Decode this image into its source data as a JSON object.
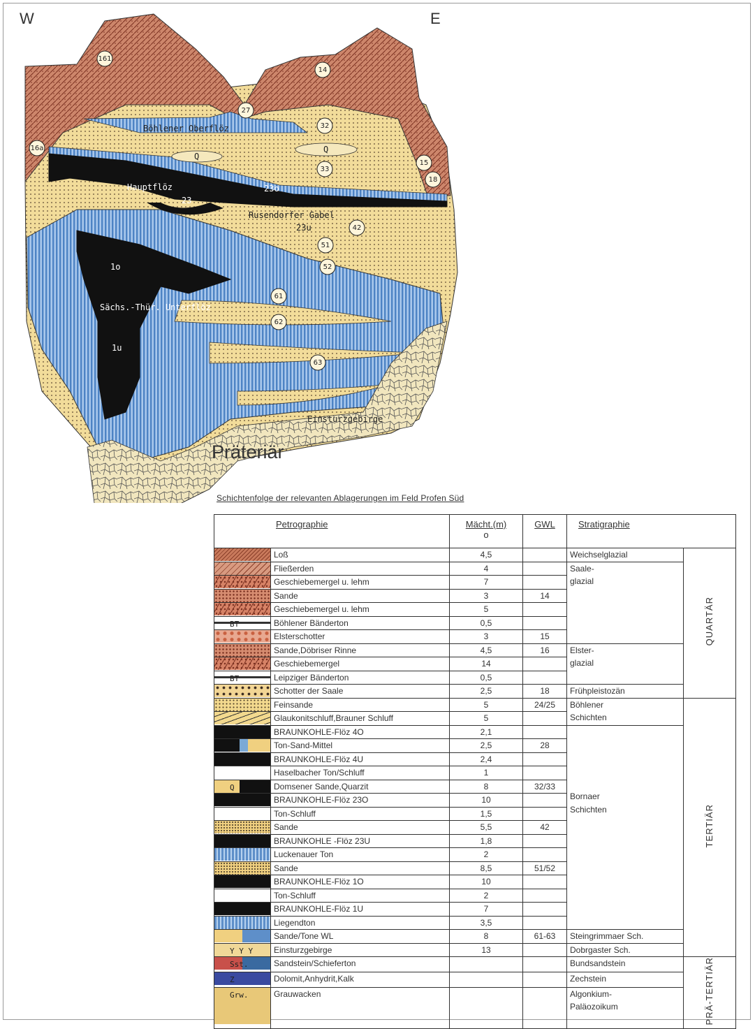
{
  "orientation": {
    "west": "W",
    "east": "E"
  },
  "section_labels": {
    "boehlener_oberfloez": "Böhlener Oberflöz",
    "hauptfloez": "Hauptflöz",
    "rusendorfer_gabel": "Rusendorfer Gabel",
    "saechs_thuer_unterfloez": "Sächs.-Thür. Unterflöz",
    "einsturzgebirge": "Einsturzgebirge",
    "q_left": "Q",
    "q_right": "Q",
    "seam_23o": "23o",
    "seam_23": "23",
    "seam_23u": "23u",
    "seam_1o": "1o",
    "seam_1u": "1u"
  },
  "circled_numbers": [
    "161",
    "14",
    "27",
    "32",
    "16a",
    "33",
    "15",
    "18",
    "42",
    "51",
    "52",
    "61",
    "62",
    "63"
  ],
  "praetertiaer_label": "Präteriär",
  "table": {
    "title": "Schichtenfolge der relevanten Ablagerungen im Feld Profen Süd",
    "headers": {
      "petrographie": "Petrographie",
      "maechtigkeit": "Mächt.(m)",
      "gwl": "GWL",
      "stratigraphie": "Stratigraphie"
    },
    "header_sub": "o",
    "rows": [
      {
        "swatch": "loess",
        "name": "Loß",
        "m": "4,5",
        "gwl": ""
      },
      {
        "swatch": "flies",
        "name": "Fließerden",
        "m": "4",
        "gwl": ""
      },
      {
        "swatch": "gesch",
        "name": "Geschiebemergel u. lehm",
        "m": "7",
        "gwl": ""
      },
      {
        "swatch": "sande-q",
        "name": "Sande",
        "m": "3",
        "gwl": "14"
      },
      {
        "swatch": "gesch",
        "name": "Geschiebemergel u. lehm",
        "m": "5",
        "gwl": ""
      },
      {
        "swatch": "bt",
        "swatch_text": "BT",
        "name": "Böhlener Bänderton",
        "m": "0,5",
        "gwl": ""
      },
      {
        "swatch": "schott",
        "name": "Elsterschotter",
        "m": "3",
        "gwl": "15"
      },
      {
        "swatch": "sande-q",
        "name": "Sande,Döbriser Rinne",
        "m": "4,5",
        "gwl": "16"
      },
      {
        "swatch": "gesch",
        "name": "Geschiebemergel",
        "m": "14",
        "gwl": ""
      },
      {
        "swatch": "bt",
        "swatch_text": "BT",
        "name": "Leipziger Bänderton",
        "m": "0,5",
        "gwl": ""
      },
      {
        "swatch": "saale",
        "name": "Schotter der Saale",
        "m": "2,5",
        "gwl": "18"
      },
      {
        "swatch": "fein",
        "name": "Feinsande",
        "m": "5",
        "gwl": "24/25"
      },
      {
        "swatch": "glauk",
        "name": "Glaukonitschluff,Brauner Schluff",
        "m": "5",
        "gwl": ""
      },
      {
        "swatch": "coal",
        "name": "BRAUNKOHLE-Flöz 4O",
        "m": "2,1",
        "gwl": ""
      },
      {
        "swatch": "tonsand",
        "name": "Ton-Sand-Mittel",
        "m": "2,5",
        "gwl": "28"
      },
      {
        "swatch": "coal",
        "name": "BRAUNKOHLE-Flöz 4U",
        "m": "2,4",
        "gwl": ""
      },
      {
        "swatch": "blueyel",
        "name": "Haselbacher Ton/Schluff",
        "m": "1",
        "gwl": ""
      },
      {
        "swatch": "quarz",
        "swatch_text": "Q",
        "name": "Domsener Sande,Quarzit",
        "m": "8",
        "gwl": "32/33"
      },
      {
        "swatch": "coal",
        "name": "BRAUNKOHLE-Flöz 23O",
        "m": "10",
        "gwl": ""
      },
      {
        "swatch": "blueyel",
        "name": "Ton-Schluff",
        "m": "1,5",
        "gwl": ""
      },
      {
        "swatch": "sand",
        "name": "Sande",
        "m": "5,5",
        "gwl": "42"
      },
      {
        "swatch": "coal",
        "name": "BRAUNKOHLE -Flöz 23U",
        "m": "1,8",
        "gwl": ""
      },
      {
        "swatch": "blue",
        "name": "Luckenauer Ton",
        "m": "2",
        "gwl": ""
      },
      {
        "swatch": "sand",
        "name": "Sande",
        "m": "8,5",
        "gwl": "51/52"
      },
      {
        "swatch": "coal",
        "name": "BRAUNKOHLE-Flöz 1O",
        "m": "10",
        "gwl": ""
      },
      {
        "swatch": "blueyel",
        "name": "Ton-Schluff",
        "m": "2",
        "gwl": ""
      },
      {
        "swatch": "coal",
        "name": "BRAUNKOHLE-Flöz 1U",
        "m": "7",
        "gwl": ""
      },
      {
        "swatch": "blue",
        "name": "Liegendton",
        "m": "3,5",
        "gwl": ""
      },
      {
        "swatch": "sandton",
        "name": "Sande/Tone WL",
        "m": "8",
        "gwl": "61-63"
      },
      {
        "swatch": "einst",
        "swatch_text": "Y Y Y",
        "name": "Einsturzgebirge",
        "m": "13",
        "gwl": ""
      },
      {
        "swatch": "sst",
        "swatch_text": "Sst.",
        "name": "Sandstein/Schieferton",
        "m": "",
        "gwl": ""
      },
      {
        "swatch": "dolo",
        "swatch_text": "Z",
        "name": "Dolomit,Anhydrit,Kalk",
        "m": "",
        "gwl": ""
      },
      {
        "swatch": "grw",
        "swatch_text": "Grw.",
        "name": "Grauwacken",
        "m": "",
        "gwl": ""
      }
    ],
    "strat": {
      "weichselglazial": "Weichselglazial",
      "saale_1": "Saale-",
      "saale_2": "glazial",
      "elster_1": "Elster-",
      "elster_2": "glazial",
      "fruehpleistozaen": "Frühpleistozän",
      "boehlener_1": "Böhlener",
      "boehlener_2": "Schichten",
      "bornaer_1": "Bornaer",
      "bornaer_2": "Schichten",
      "steingrimmaer": "Steingrimmaer  Sch.",
      "dobrgaster": "Dobrgaster Sch.",
      "bundsandstein": "Bundsandstein",
      "zechstein": "Zechstein",
      "algonkium_1": "Algonkium-",
      "algonkium_2": "Paläozoikum"
    },
    "era": {
      "quartaer": "QUARTÄR",
      "tertiaer": "TERTIÄR",
      "praetertiaer": "PRÄ-TERTIÄR"
    }
  },
  "colors": {
    "quaternary": "#c9866c",
    "sand": "#f2dc9a",
    "clay": "#6e9fd4",
    "coal": "#111111",
    "bedrock": "#efe2b4"
  }
}
